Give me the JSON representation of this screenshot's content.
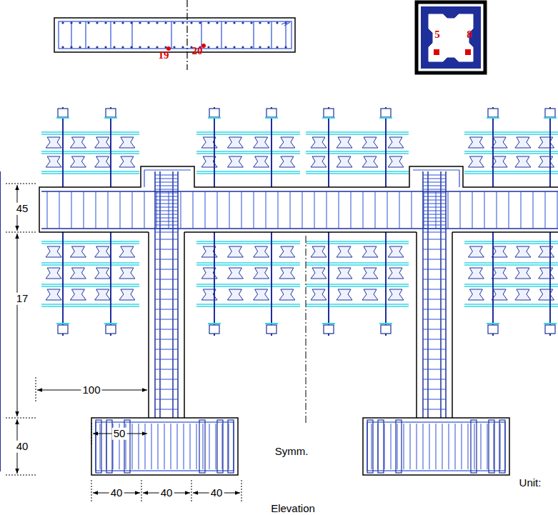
{
  "diagram": {
    "labels": [
      "19",
      "20",
      "5",
      "8",
      "45",
      "17",
      "40",
      "100",
      "50",
      "Symm.",
      "40",
      "40",
      "40",
      "Unit:",
      "Elevation"
    ]
  }
}
